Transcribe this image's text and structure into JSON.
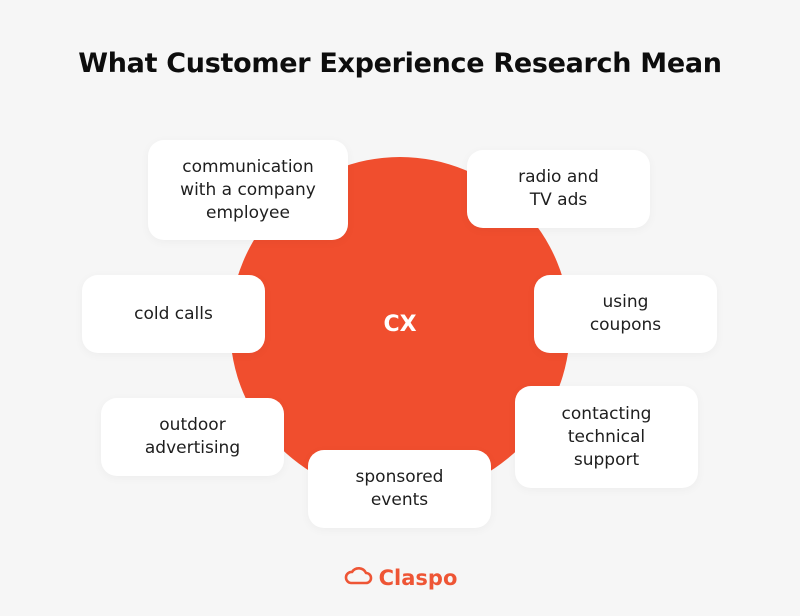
{
  "title": "What Customer Experience Research Mean",
  "center": {
    "label": "CX",
    "color": "#f04e2e"
  },
  "items": [
    {
      "label": "communication\nwith a company\nemployee"
    },
    {
      "label": "radio and\nTV ads"
    },
    {
      "label": "cold calls"
    },
    {
      "label": "using\ncoupons"
    },
    {
      "label": "outdoor\nadvertising"
    },
    {
      "label": "contacting\ntechnical\nsupport"
    },
    {
      "label": "sponsored\nevents"
    }
  ],
  "footer": {
    "brand": "Claspo",
    "icon": "cloud-icon",
    "brand_color": "#ee5535"
  }
}
